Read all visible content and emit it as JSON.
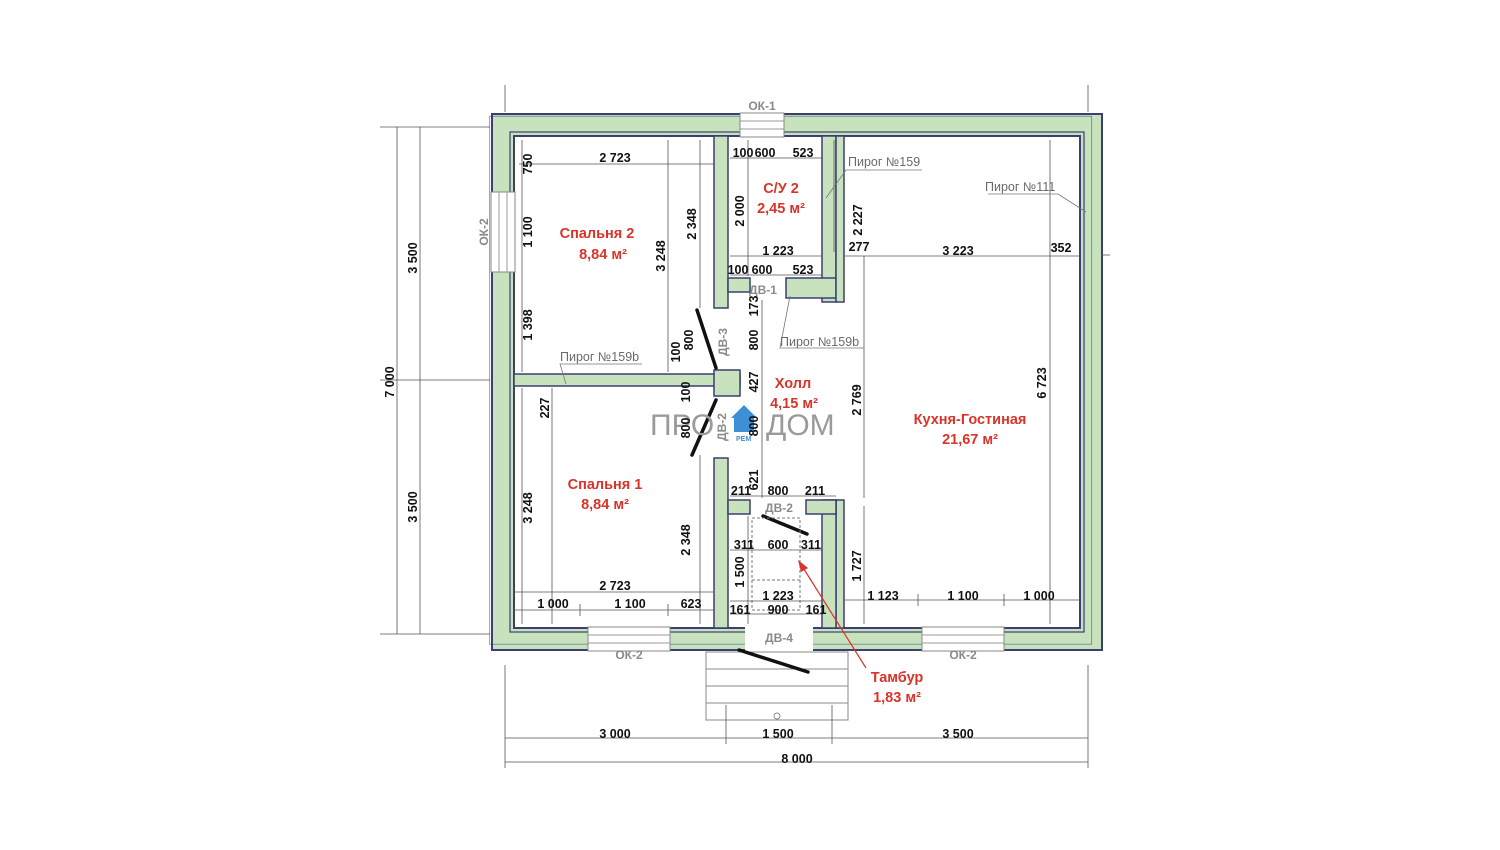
{
  "rooms": {
    "bedroom2": {
      "name": "Спальня 2",
      "area": "8,84 м²"
    },
    "wc2": {
      "name": "С/У 2",
      "area": "2,45 м²"
    },
    "hall": {
      "name": "Холл",
      "area": "4,15 м²"
    },
    "kitchen": {
      "name": "Кухня-Гостиная",
      "area": "21,67 м²"
    },
    "bedroom1": {
      "name": "Спальня 1",
      "area": "8,84 м²"
    },
    "vestibule": {
      "name": "Тамбур",
      "area": "1,83 м²"
    }
  },
  "openings": {
    "ok1": "ОК-1",
    "ok2_left": "ОК-2",
    "ok2_bottom_left": "ОК-2",
    "ok2_bottom_right": "ОК-2",
    "dv1": "ДВ-1",
    "dv2": "ДВ-2",
    "dv2_side": "ДВ-2",
    "dv3": "ДВ-3",
    "dv4": "ДВ-4"
  },
  "notes": {
    "pirog159_top": "Пирог №159",
    "pirog111": "Пирог №111",
    "pirog159b_right": "Пирог №159b",
    "pirog159b_left": "Пирог №159b"
  },
  "logo": {
    "left": "ПРО",
    "right": "ДОМ",
    "badge": "РЕМ"
  },
  "dims": {
    "overall_width": "8 000",
    "bottom_a": "3 000",
    "bottom_b": "1 500",
    "bottom_c": "3 500",
    "overall_height": "7 000",
    "left_top": "3 500",
    "left_bottom": "3 500",
    "b2_width": "2 723",
    "b2_750": "750",
    "b2_1100": "1 100",
    "b2_1398": "1 398",
    "b2_height": "3 248",
    "b2_inner": "2 348",
    "b2_100": "100",
    "b2_800": "800",
    "wc_100": "100",
    "wc_600": "600",
    "wc_523": "523",
    "wc_2000": "2 000",
    "wc_1223": "1 223",
    "wc_2227": "2 227",
    "wc_277": "277",
    "hall_100": "100",
    "hall_600": "600",
    "hall_523": "523",
    "hall_800_v": "800",
    "hall_427": "427",
    "hall_800_v2": "800",
    "hall_621": "621",
    "hall_173": "173",
    "k_3223": "3 223",
    "k_352": "352",
    "k_6723": "6 723",
    "k_2769": "2 769",
    "k_1727": "1 727",
    "k_1123": "1 123",
    "k_1100": "1 100",
    "k_1000": "1 000",
    "b1_227": "227",
    "b1_height": "3 248",
    "b1_inner": "2 348",
    "b1_100": "100",
    "b1_800": "800",
    "b1_width": "2 723",
    "b1_1000": "1 000",
    "b1_1100": "1 100",
    "b1_623": "623",
    "t_211a": "211",
    "t_800": "800",
    "t_211b": "211",
    "t_311a": "311",
    "t_600": "600",
    "t_311b": "311",
    "t_1500": "1 500",
    "t_1223": "1 223",
    "t_161a": "161",
    "t_900": "900",
    "t_161b": "161"
  },
  "colors": {
    "wall_fill": "#c7e2bd",
    "wall_line": "#3b3f73",
    "room_label": "#d8342a",
    "dim_line": "#555555"
  }
}
